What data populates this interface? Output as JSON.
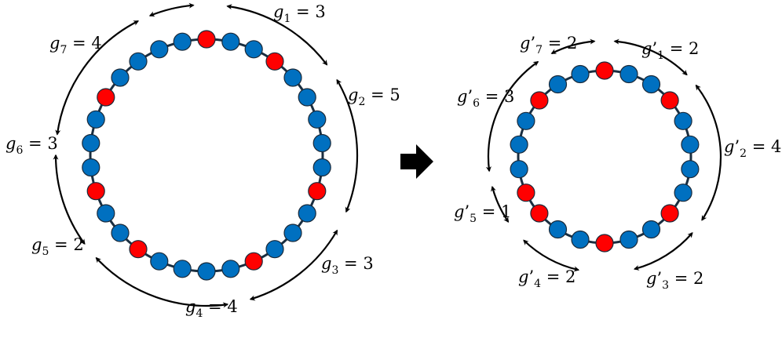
{
  "colors": {
    "red_node": "#ff0000",
    "blue_node": "#0070c0",
    "ring": "#1a2e40",
    "node_stroke": "#1a2a3a",
    "arrow": "#000000",
    "transition_arrow": "#000000"
  },
  "transition_icon": "right-arrow-icon",
  "left_ring": {
    "nodes": [
      "red",
      "blue",
      "blue",
      "red",
      "blue",
      "blue",
      "blue",
      "blue",
      "blue",
      "red",
      "blue",
      "blue",
      "blue",
      "red",
      "blue",
      "blue",
      "blue",
      "blue",
      "red",
      "blue",
      "blue",
      "red",
      "blue",
      "blue",
      "blue",
      "red",
      "blue",
      "blue",
      "blue",
      "blue"
    ],
    "gap_labels": [
      {
        "var": "g",
        "sub": "1",
        "prime": "",
        "rhs": " = 3"
      },
      {
        "var": "g",
        "sub": "2",
        "prime": "",
        "rhs": " = 5"
      },
      {
        "var": "g",
        "sub": "3",
        "prime": "",
        "rhs": " = 3"
      },
      {
        "var": "g",
        "sub": "4",
        "prime": "",
        "rhs": " = 4"
      },
      {
        "var": "g",
        "sub": "5",
        "prime": "",
        "rhs": " = 2"
      },
      {
        "var": "g",
        "sub": "6",
        "prime": "",
        "rhs": " = 3"
      },
      {
        "var": "g",
        "sub": "7",
        "prime": "",
        "rhs": " = 4"
      }
    ]
  },
  "right_ring": {
    "nodes": [
      "red",
      "blue",
      "blue",
      "red",
      "blue",
      "blue",
      "blue",
      "blue",
      "red",
      "blue",
      "blue",
      "red",
      "blue",
      "blue",
      "red",
      "red",
      "blue",
      "blue",
      "blue",
      "red",
      "blue",
      "blue"
    ],
    "gap_labels": [
      {
        "var": "g",
        "sub": "1",
        "prime": "’",
        "rhs": " = 2"
      },
      {
        "var": "g",
        "sub": "2",
        "prime": "’",
        "rhs": " = 4"
      },
      {
        "var": "g",
        "sub": "3",
        "prime": "’",
        "rhs": " = 2"
      },
      {
        "var": "g",
        "sub": "4",
        "prime": "’",
        "rhs": " = 2"
      },
      {
        "var": "g",
        "sub": "5",
        "prime": "’",
        "rhs": " = 1"
      },
      {
        "var": "g",
        "sub": "6",
        "prime": "’",
        "rhs": " = 3"
      },
      {
        "var": "g",
        "sub": "7",
        "prime": "’",
        "rhs": " = 2"
      }
    ]
  }
}
